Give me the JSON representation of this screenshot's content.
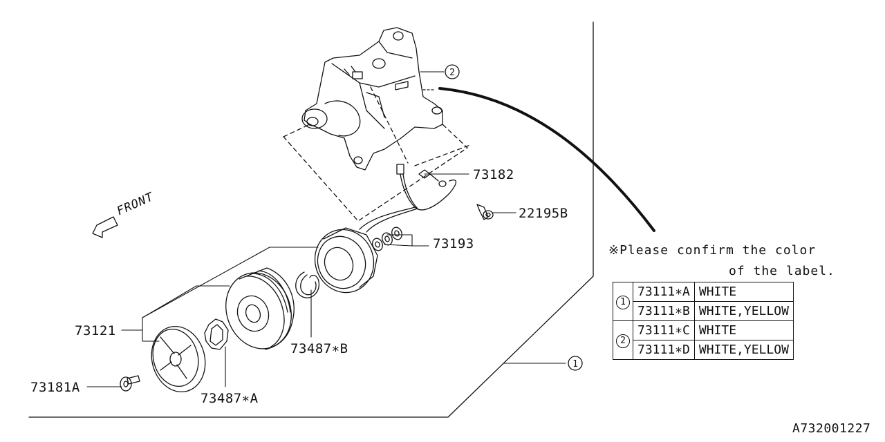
{
  "labels": {
    "p73182": "73182",
    "p22195B": "22195B",
    "p73193": "73193",
    "p73121": "73121",
    "p73487B": "73487∗B",
    "p73181A": "73181A",
    "p73487A": "73487∗A",
    "ref1": "1",
    "ref2": "2",
    "front": "FRONT"
  },
  "note": {
    "line1": "※Please confirm the color",
    "line2": "of the label."
  },
  "table": {
    "rows": [
      {
        "group": "1",
        "part": "73111∗A",
        "color": "WHITE"
      },
      {
        "group": "",
        "part": "73111∗B",
        "color": "WHITE,YELLOW"
      },
      {
        "group": "2",
        "part": "73111∗C",
        "color": "WHITE"
      },
      {
        "group": "",
        "part": "73111∗D",
        "color": "WHITE,YELLOW"
      }
    ]
  },
  "diagram_id": "A732001227"
}
